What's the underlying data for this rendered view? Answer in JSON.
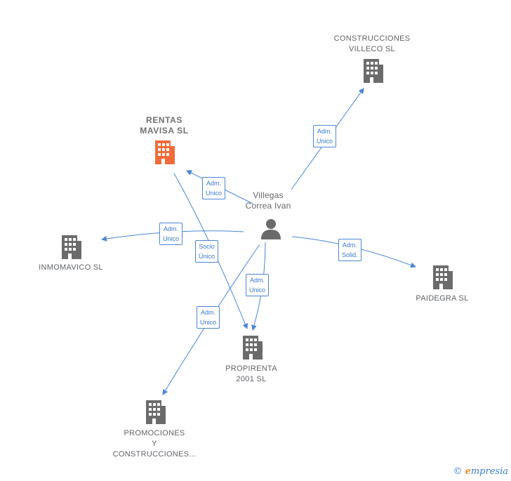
{
  "person": {
    "line1": "Villegas",
    "line2": "Correa Ivan"
  },
  "companies": {
    "rentas": {
      "line1": "RENTAS",
      "line2": "MAVISA SL"
    },
    "villeco": {
      "line1": "CONSTRUCCIONES",
      "line2": "VILLECO SL"
    },
    "inmomavico": {
      "line1": "INMOMAVICO SL"
    },
    "paidegra": {
      "line1": "PAIDEGRA SL"
    },
    "propirenta": {
      "line1": "PROPIRENTA",
      "line2": "2001 SL"
    },
    "promociones": {
      "line1": "PROMOCIONES",
      "line2": "Y",
      "line3": "CONSTRUCCIONES..."
    }
  },
  "edges": {
    "villeco": {
      "line1": "Adm.",
      "line2": "Unico"
    },
    "rentas": {
      "line1": "Adm.",
      "line2": "Unico"
    },
    "inmomavico": {
      "line1": "Adm.",
      "line2": "Unico"
    },
    "socio": {
      "line1": "Socio",
      "line2": "Único"
    },
    "paidegra": {
      "line1": "Adm.",
      "line2": "Solid."
    },
    "propirenta": {
      "line1": "Adm.",
      "line2": "Unico"
    },
    "promociones": {
      "line1": "Adm.",
      "line2": "Unico"
    }
  },
  "colors": {
    "edge": "#4a86d6",
    "building": "#6b6b6b",
    "focus_building": "#f26b3a",
    "person": "#6b6b6b"
  },
  "footer": {
    "copyright": "©",
    "brand_initial": "e",
    "brand_rest": "mpresia"
  }
}
